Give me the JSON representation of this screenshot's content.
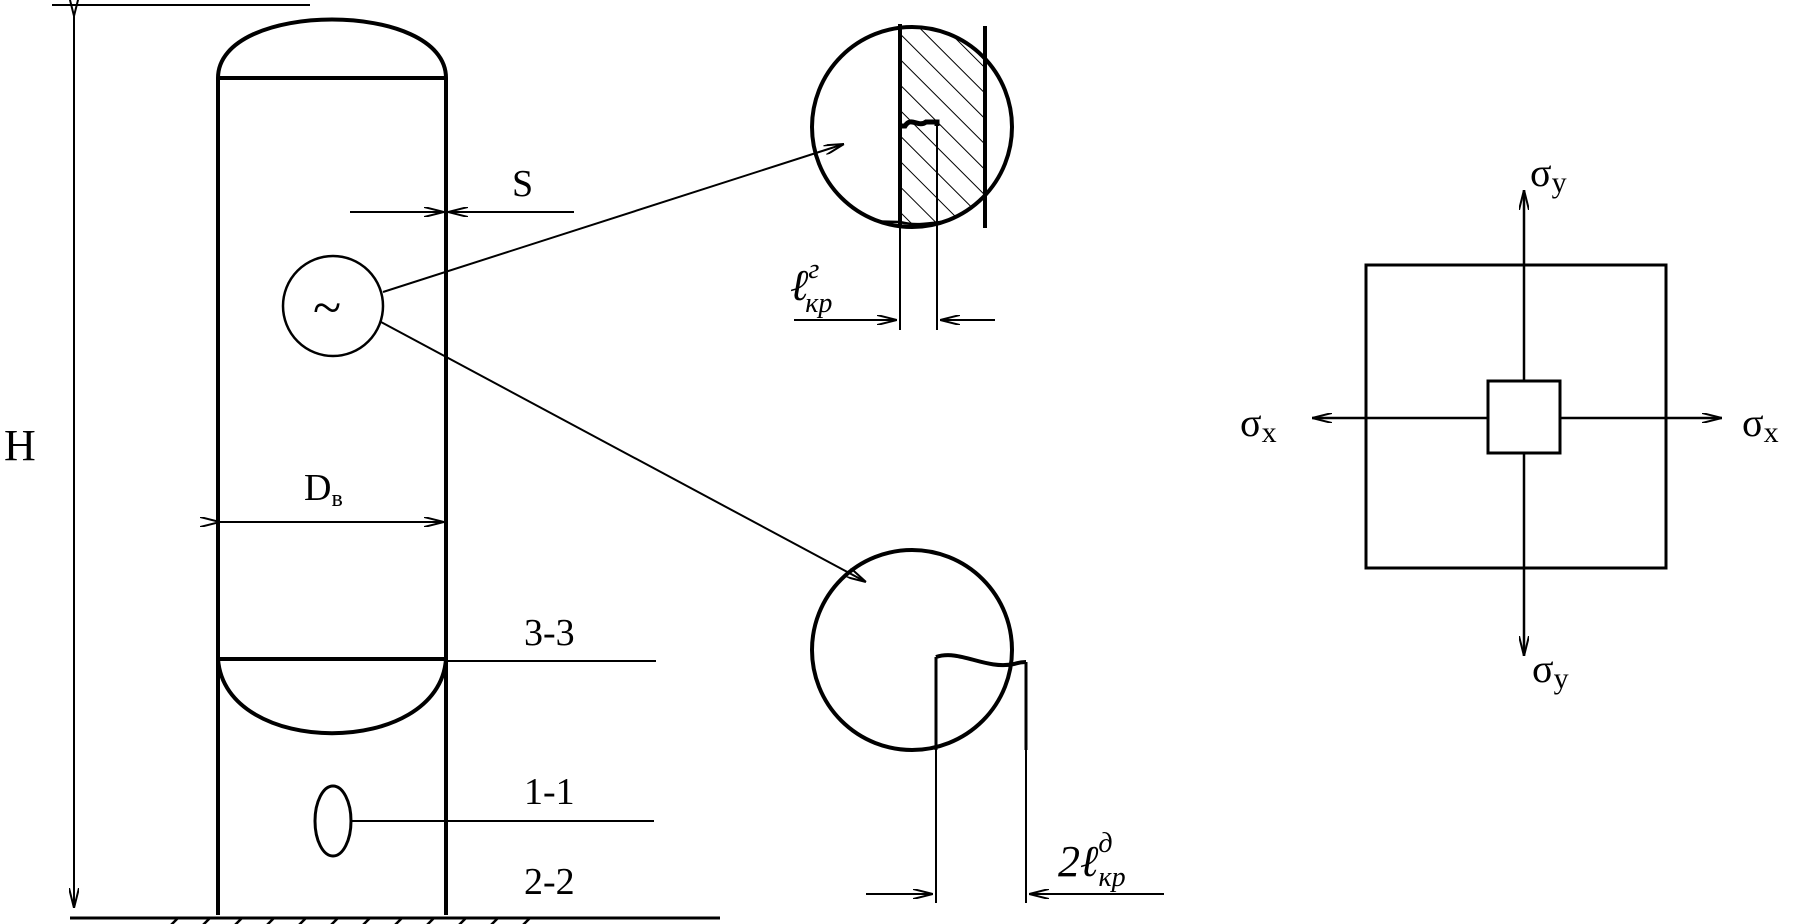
{
  "labels": {
    "height": "H",
    "wall_thickness": "S",
    "inner_diameter_main": "D",
    "inner_diameter_sub": "в",
    "section_3": "3-3",
    "section_1": "1-1",
    "section_2": "2-2",
    "defect_symbol": "~",
    "depth_length_main": "ℓ",
    "depth_length_sup": "г",
    "depth_length_sub": "кр",
    "surface_length_prefix": "2ℓ",
    "surface_length_sup": "д",
    "surface_length_sub": "кр",
    "sigma": "σ",
    "x": "x",
    "y": "y"
  },
  "colors": {
    "ink": "#000000",
    "background": "#ffffff"
  }
}
